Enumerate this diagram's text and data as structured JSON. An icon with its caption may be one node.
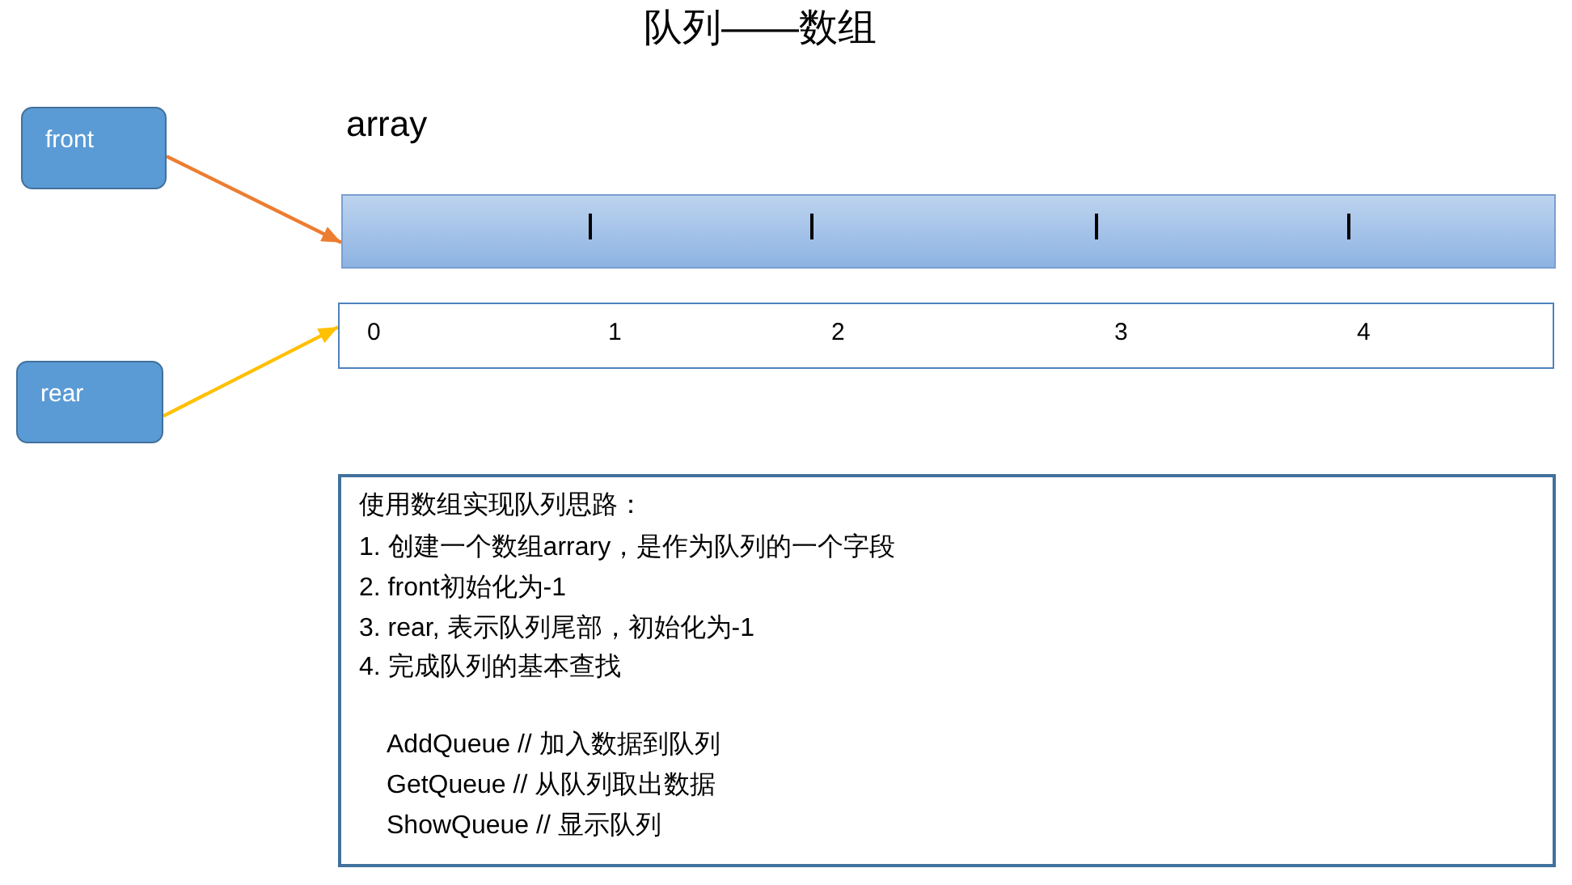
{
  "diagram": {
    "title": "队列——数组",
    "nodes": [
      {
        "text": [
          "front"
        ]
      },
      {
        "text": [],
        "shape": "bar",
        "beside": [
          "array"
        ]
      },
      {
        "text": [
          "0",
          "1",
          "2",
          "3",
          "4"
        ]
      },
      {
        "text": [
          "rear"
        ]
      },
      {
        "text": [
          "使用数组实现队列思路：",
          "1. 创建一个数组arrary，是作为队列的一个字段",
          "2. front初始化为-1",
          "3. rear, 表示队列尾部，初始化为-1",
          "4. 完成队列的基本查找",
          "AddQueue // 加入数据到队列",
          "GetQueue // 从队列取出数据",
          "ShowQueue // 显示队列"
        ]
      }
    ],
    "edges": [
      {
        "from": 0,
        "to": 1,
        "arrow": "to",
        "color": "#ed7d31"
      },
      {
        "from": 3,
        "to": 2,
        "arrow": "to",
        "color": "#ffc000"
      }
    ]
  }
}
